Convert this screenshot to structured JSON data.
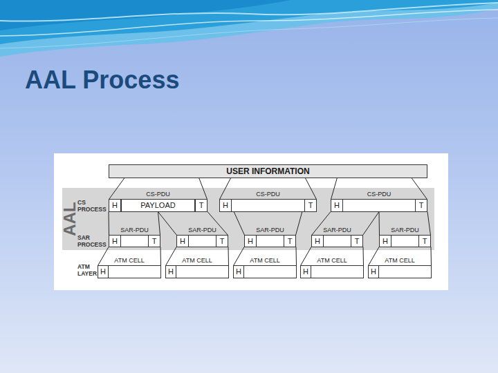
{
  "diagram": {
    "title": "AAL Process",
    "nodes": [
      {
        "text": [
          "USER INFORMATION"
        ]
      },
      {
        "text": [
          "AAL"
        ]
      },
      {
        "text": [
          "CS-PDU"
        ],
        "in": 1
      },
      {
        "text": [
          "H"
        ],
        "in": 2
      },
      {
        "text": [
          "PAYLOAD"
        ],
        "in": 2
      },
      {
        "text": [
          "T"
        ],
        "in": 2
      },
      {
        "text": [
          "CS-PDU"
        ],
        "in": 1
      },
      {
        "text": [
          "H"
        ],
        "in": 6
      },
      {
        "text": [
          "T"
        ],
        "in": 6
      },
      {
        "text": [
          "CS-PDU"
        ],
        "in": 1
      },
      {
        "text": [
          "H"
        ],
        "in": 9
      },
      {
        "text": [
          "T"
        ],
        "in": 9
      },
      {
        "text": [
          "SAR-PDU"
        ],
        "in": 1
      },
      {
        "text": [
          "H"
        ],
        "in": 12
      },
      {
        "text": [
          "T"
        ],
        "in": 12
      },
      {
        "text": [
          "SAR-PDU"
        ],
        "in": 1
      },
      {
        "text": [
          "H"
        ],
        "in": 15
      },
      {
        "text": [
          "T"
        ],
        "in": 15
      },
      {
        "text": [
          "SAR-PDU"
        ],
        "in": 1
      },
      {
        "text": [
          "H"
        ],
        "in": 18
      },
      {
        "text": [
          "T"
        ],
        "in": 18
      },
      {
        "text": [
          "SAR-PDU"
        ],
        "in": 1
      },
      {
        "text": [
          "H"
        ],
        "in": 21
      },
      {
        "text": [
          "T"
        ],
        "in": 21
      },
      {
        "text": [
          "SAR-PDU"
        ],
        "in": 1
      },
      {
        "text": [
          "H"
        ],
        "in": 24
      },
      {
        "text": [
          "T"
        ],
        "in": 24
      },
      {
        "text": [
          "ATM CELL"
        ]
      },
      {
        "text": [
          "H"
        ],
        "in": 27
      },
      {
        "text": [
          "ATM CELL"
        ]
      },
      {
        "text": [
          "H"
        ],
        "in": 29
      },
      {
        "text": [
          "ATM CELL"
        ]
      },
      {
        "text": [
          "H"
        ],
        "in": 31
      },
      {
        "text": [
          "ATM CELL"
        ]
      },
      {
        "text": [
          "H"
        ],
        "in": 33
      },
      {
        "text": [
          "ATM CELL"
        ]
      },
      {
        "text": [
          "H"
        ],
        "in": 35
      }
    ],
    "edges": [
      {
        "from": 0,
        "to": 2,
        "arrow": "none"
      },
      {
        "from": 0,
        "to": 6,
        "arrow": "none"
      },
      {
        "from": 0,
        "to": 9,
        "arrow": "none"
      },
      {
        "from": 2,
        "to": 12,
        "arrow": "none"
      },
      {
        "from": 2,
        "to": 15,
        "arrow": "none"
      },
      {
        "from": 6,
        "to": 18,
        "arrow": "none"
      },
      {
        "from": 9,
        "to": 21,
        "arrow": "none"
      },
      {
        "from": 9,
        "to": 24,
        "arrow": "none"
      },
      {
        "from": 12,
        "to": 27,
        "arrow": "none"
      },
      {
        "from": 15,
        "to": 29,
        "arrow": "none"
      },
      {
        "from": 18,
        "to": 31,
        "arrow": "none"
      },
      {
        "from": 21,
        "to": 33,
        "arrow": "none"
      },
      {
        "from": 24,
        "to": 35,
        "arrow": "none"
      }
    ],
    "labels": [
      "CS PROCESS",
      "SAR PROCESS",
      "ATM LAYER"
    ]
  }
}
